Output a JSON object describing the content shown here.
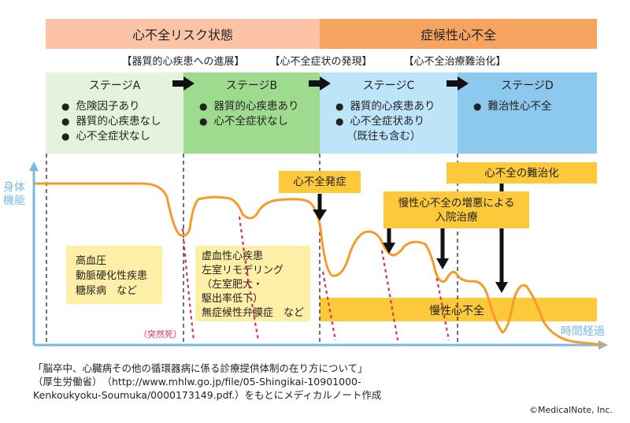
{
  "bands": {
    "risk": "心不全リスク状態",
    "symptomatic": "症候性心不全"
  },
  "phases": [
    "【器質的心疾患への進展】",
    "【心不全症状の発現】",
    "【心不全治療難治化】"
  ],
  "stages": [
    {
      "title": "ステージA",
      "items": [
        "危険因子あり",
        "器質的心疾患なし",
        "心不全症状なし"
      ]
    },
    {
      "title": "ステージB",
      "items": [
        "器質的心疾患あり",
        "心不全症状なし"
      ]
    },
    {
      "title": "ステージC",
      "items": [
        "器質的心疾患あり",
        "心不全症状あり"
      ],
      "extra": "（既往も含む）"
    },
    {
      "title": "ステージD",
      "items": [
        "難治性心不全"
      ]
    }
  ],
  "chart": {
    "y_label": "身体機能",
    "x_label": "時間経過",
    "sudden_death": "（突然死）",
    "onset": "心不全発症",
    "refractory": "心不全の難治化",
    "hospitalization": "慢性心不全の増悪による\n入院治療",
    "chronic": "慢性心不全",
    "stage_a_diseases": [
      "高血圧",
      "動脈硬化性疾患",
      "糖尿病　など"
    ],
    "stage_b_diseases": [
      "虚血性心疾患",
      "左室リモデリング",
      "（左室肥大・",
      "駆出率低下）",
      "無症候性弁膜症　など"
    ]
  },
  "source": {
    "line1": "「脳卒中、心臓病その他の循環器病に係る診療提供体制の在り方について」",
    "line2": "（厚生労働省）　（http://www.mhlw.go.jp/file/05-Shingikai-10901000-",
    "line3": "Kenkoukyoku-Soumuka/0000173149.pdf.）をもとにメディカルノート作成"
  },
  "copyright": "©MedicalNote, Inc.",
  "colors": {
    "band_risk": "#fbc4a6",
    "band_symptomatic": "#f8a461",
    "stage_a": "#e4f4dc",
    "stage_b": "#9edb8f",
    "stage_c": "#bde4f8",
    "stage_d": "#8dc8ef",
    "curve": "#f59b2c",
    "sudden_death": "#d6306a",
    "axis": "#7ab8e6",
    "highlight": "#fcc93a"
  }
}
